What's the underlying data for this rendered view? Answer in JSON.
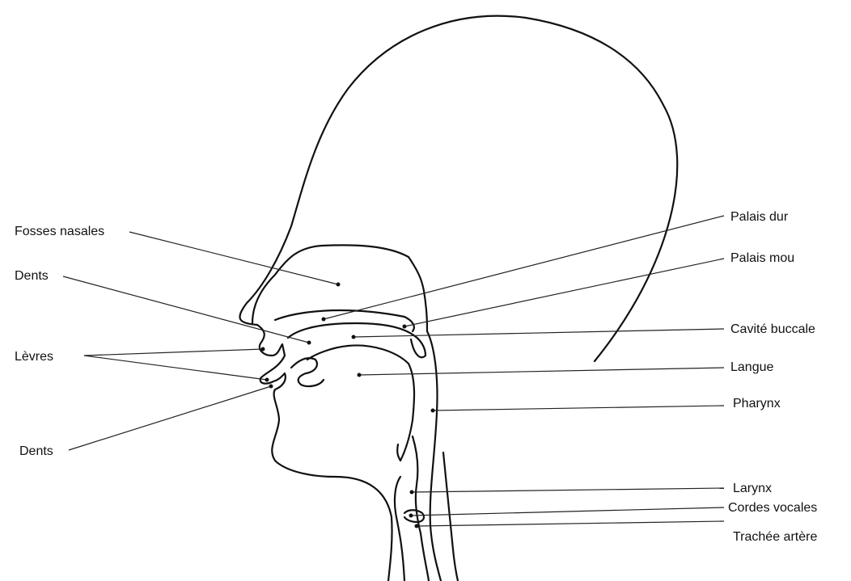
{
  "labels": {
    "fosses_nasales": "Fosses nasales",
    "dents_upper": "Dents",
    "levres": "Lèvres",
    "dents_lower": "Dents",
    "palais_dur": "Palais dur",
    "palais_mou": "Palais mou",
    "cavite_buccale": "Cavité buccale",
    "langue": "Langue",
    "pharynx": "Pharynx",
    "larynx": "Larynx",
    "cordes_vocales": "Cordes vocales",
    "trachee_artere": "Trachée artère"
  }
}
